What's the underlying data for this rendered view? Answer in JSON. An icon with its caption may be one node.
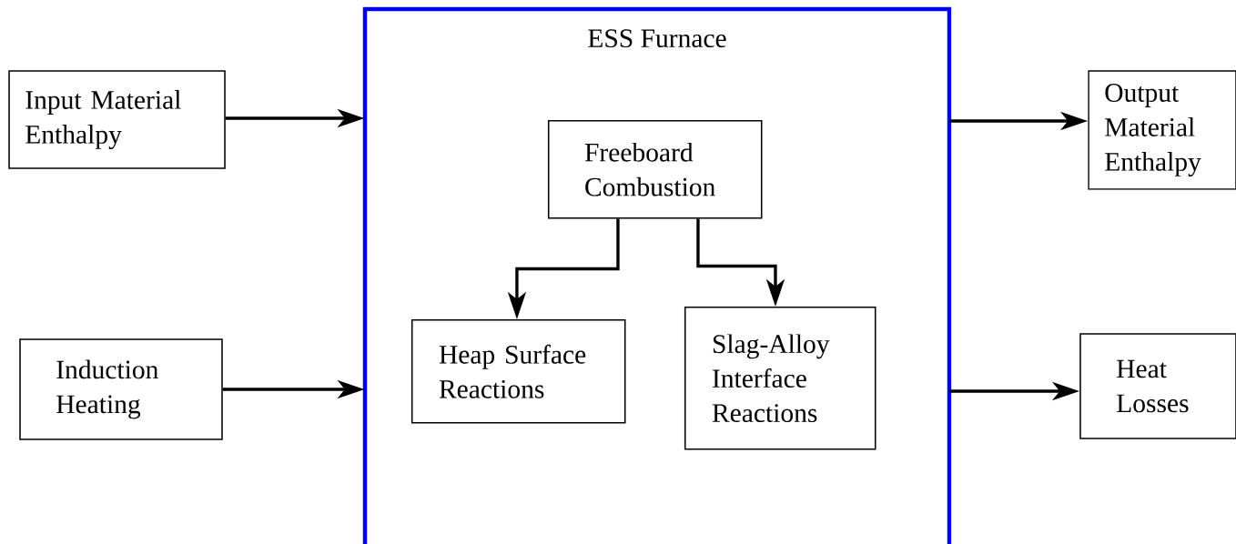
{
  "diagram": {
    "nodes": [
      {
        "text": [
          "ESS Furnace"
        ]
      },
      {
        "text": [
          "Input Material Enthalpy"
        ]
      },
      {
        "text": [
          "Induction Heating"
        ]
      },
      {
        "text": [
          "Freeboard Combustion"
        ],
        "in": 0
      },
      {
        "text": [
          "Heap Surface Reactions"
        ],
        "in": 0
      },
      {
        "text": [
          "Slag-Alloy Interface Reactions"
        ],
        "in": 0
      },
      {
        "text": [
          "Output Material Enthalpy"
        ]
      },
      {
        "text": [
          "Heat Losses"
        ]
      }
    ],
    "edges": [
      {
        "from": 1,
        "to": 0,
        "arrow": "to"
      },
      {
        "from": 2,
        "to": 0,
        "arrow": "to"
      },
      {
        "from": 0,
        "to": 6,
        "arrow": "to"
      },
      {
        "from": 0,
        "to": 7,
        "arrow": "to"
      },
      {
        "from": 3,
        "to": 4,
        "arrow": "to"
      },
      {
        "from": 3,
        "to": 5,
        "arrow": "to"
      }
    ]
  }
}
